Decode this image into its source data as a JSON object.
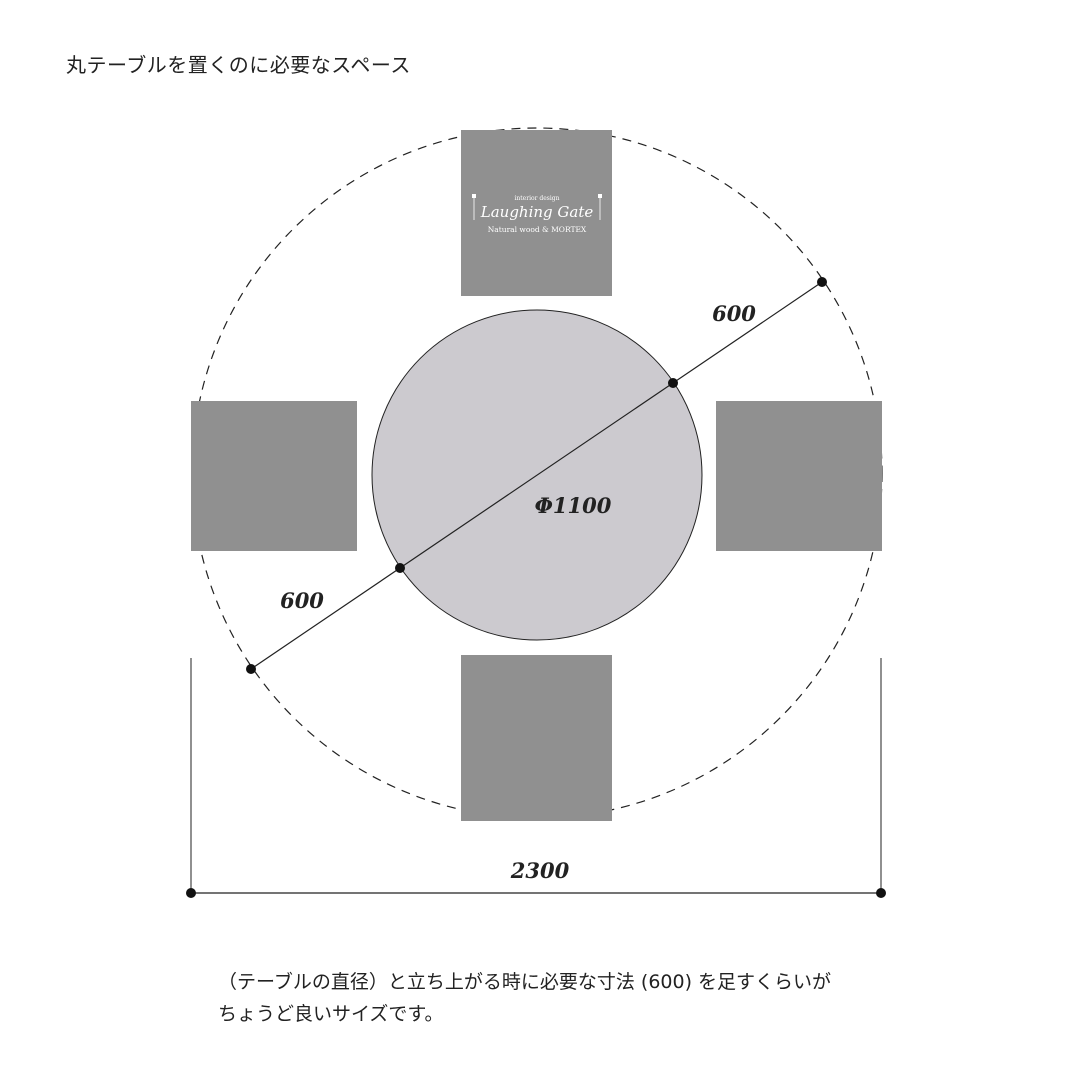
{
  "title": "丸テーブルを置くのに必要なスペース",
  "diagram": {
    "table_diameter_label": "Φ1100",
    "clearance_label_upper": "600",
    "clearance_label_lower": "600",
    "total_width_label": "2300",
    "colors": {
      "chair": "#909090",
      "table": "#cccacf",
      "line": "#222222"
    }
  },
  "logo": {
    "line1": "interior design",
    "line2": "Laughing Gate",
    "line3": "Natural wood & MORTEX"
  },
  "caption": {
    "line1": "（テーブルの直径）と立ち上がる時に必要な寸法 (600) を足すくらいが",
    "line2": "ちょうど良いサイズです。"
  }
}
